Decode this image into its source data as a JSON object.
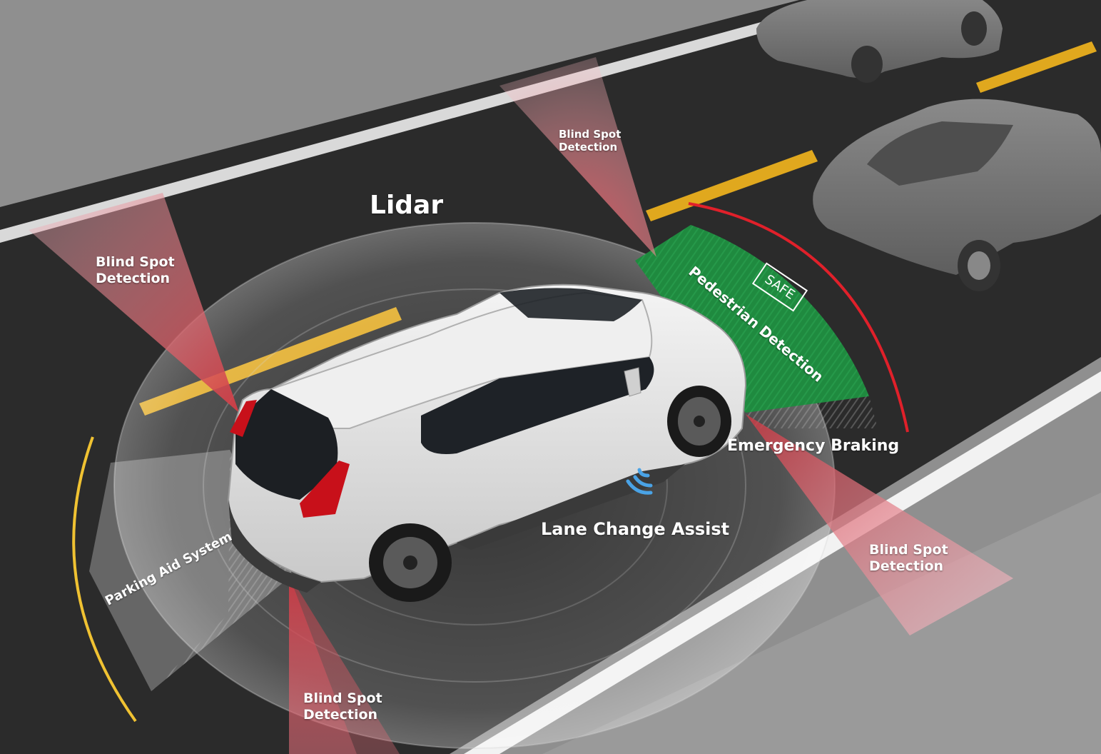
{
  "labels": {
    "lidar": "Lidar",
    "blind_spot_top_line1": "Blind Spot",
    "blind_spot_top_line2": "Detection",
    "blind_spot_left_line1": "Blind Spot",
    "blind_spot_left_line2": "Detection",
    "blind_spot_bottom_line1": "Blind Spot",
    "blind_spot_bottom_line2": "Detection",
    "blind_spot_right_line1": "Blind Spot",
    "blind_spot_right_line2": "Detection",
    "pedestrian_detection": "Pedestrian Detection",
    "safe_badge": "SAFE",
    "emergency_braking": "Emergency Braking",
    "lane_change_assist": "Lane Change Assist",
    "parking_aid_system": "Parking Aid System"
  },
  "icons": [
    "wifi-signal-icon"
  ],
  "colors": {
    "road": "#2b2b2b",
    "sidewalk": "#8f8f8f",
    "lane_yellow": "#e0a81e",
    "lane_white": "#f2f2f2",
    "blind_spot_beam": "#d9535a",
    "pedestrian_zone": "#1f8a3f",
    "emergency_arc": "#e0202a",
    "parking_arc": "#f0c232",
    "signal_blue": "#4aa3e6",
    "car_white": "#e8e8e8",
    "other_cars": "#7a7a7a"
  }
}
